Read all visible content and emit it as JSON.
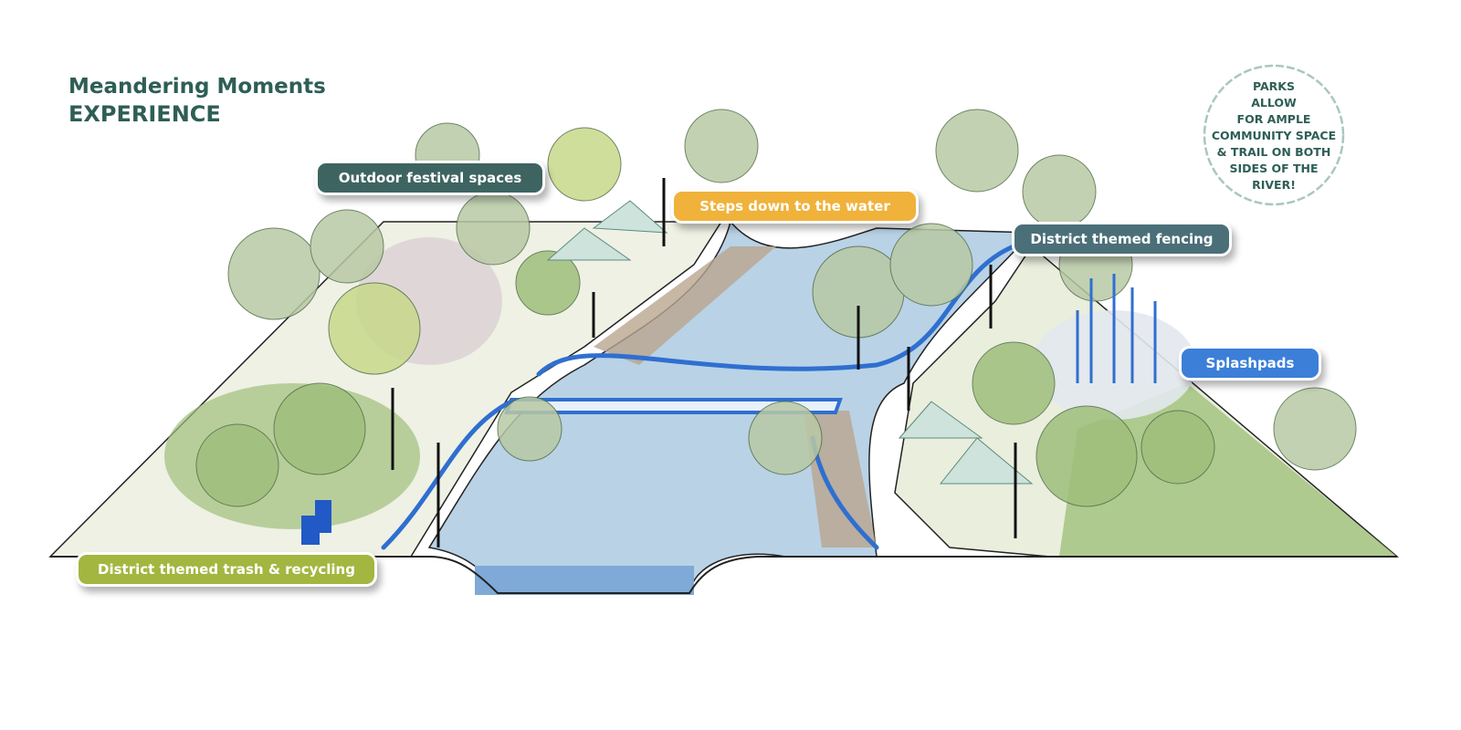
{
  "title": {
    "line1": "Meandering Moments",
    "line2": "EXPERIENCE"
  },
  "badge": {
    "lines": [
      "PARKS",
      "ALLOW",
      "FOR AMPLE",
      "COMMUNITY SPACE",
      "& TRAIL ON BOTH",
      "SIDES OF THE",
      "RIVER!"
    ]
  },
  "labels": {
    "festival": "Outdoor festival spaces",
    "steps": "Steps down to the water",
    "fencing": "District themed fencing",
    "splashpads": "Splashpads",
    "trash": "District themed trash & recycling"
  },
  "colors": {
    "title": "#2e5e55",
    "festival": "#3e6461",
    "steps": "#f0b23a",
    "fencing": "#4b6f78",
    "splashpads": "#3b7fd8",
    "trash": "#a3b63f",
    "river": "#b9d2e6",
    "trail": "#2f6fd0"
  }
}
